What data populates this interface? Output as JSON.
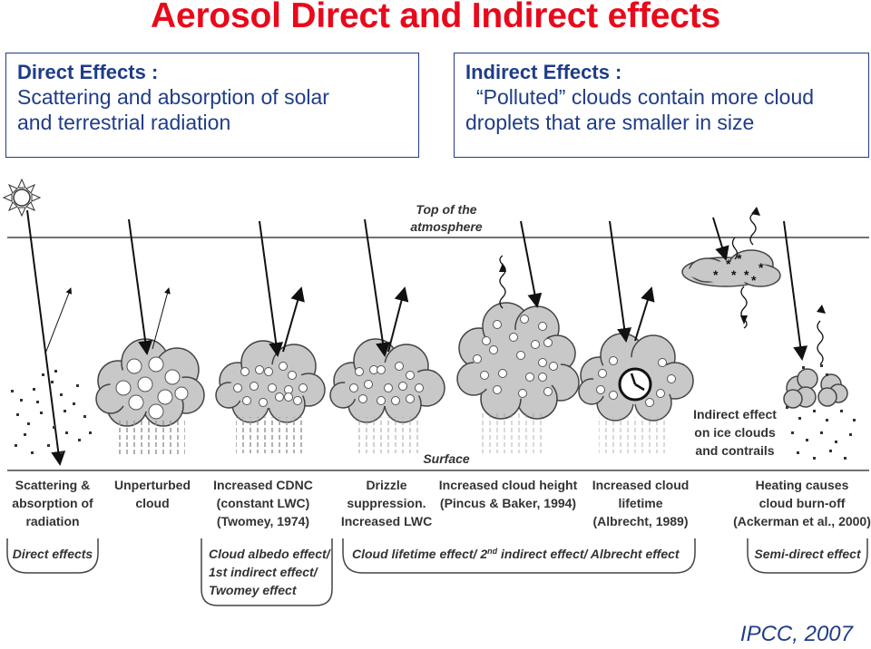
{
  "title": "Aerosol Direct and Indirect effects",
  "direct_box": {
    "heading": "Direct Effects :",
    "line1": "Scattering and absorption of solar",
    "line2": "and terrestrial radiation"
  },
  "indirect_box": {
    "heading": "Indirect Effects :",
    "line1": "“Polluted” clouds contain more cloud",
    "line2": "droplets that are smaller in size"
  },
  "diagram": {
    "top_of_atmosphere": [
      "Top of the",
      "atmosphere"
    ],
    "surface": "Surface",
    "panels": [
      {
        "lines": [
          "Scattering &",
          "absorption of",
          "radiation"
        ]
      },
      {
        "lines": [
          "Unperturbed",
          "cloud"
        ]
      },
      {
        "lines": [
          "Increased CDNC",
          "(constant LWC)",
          "(Twomey, 1974)"
        ]
      },
      {
        "lines": [
          "Drizzle",
          "suppression.",
          "Increased LWC"
        ]
      },
      {
        "lines": [
          "Increased cloud height",
          "(Pincus & Baker, 1994)"
        ]
      },
      {
        "lines": [
          "Increased cloud",
          "lifetime",
          "(Albrecht, 1989)"
        ]
      },
      {
        "lines": [
          "Heating causes",
          "cloud  burn-off",
          "(Ackerman et al., 2000)"
        ]
      }
    ],
    "ice_label": [
      "Indirect effect",
      "on ice clouds",
      "and contrails"
    ],
    "groups": {
      "direct": "Direct effects",
      "albedo": [
        "Cloud albedo effect/",
        "1st indirect effect/",
        "Twomey effect"
      ],
      "lifetime_pre": "Cloud lifetime effect/ 2",
      "lifetime_sup": "nd",
      "lifetime_post": " indirect effect/ Albrecht effect",
      "semi": "Semi-direct effect"
    }
  },
  "credit": "IPCC, 2007",
  "colors": {
    "title": "#e8091b",
    "box_text": "#1f3c88",
    "diagram_text": "#333333"
  }
}
